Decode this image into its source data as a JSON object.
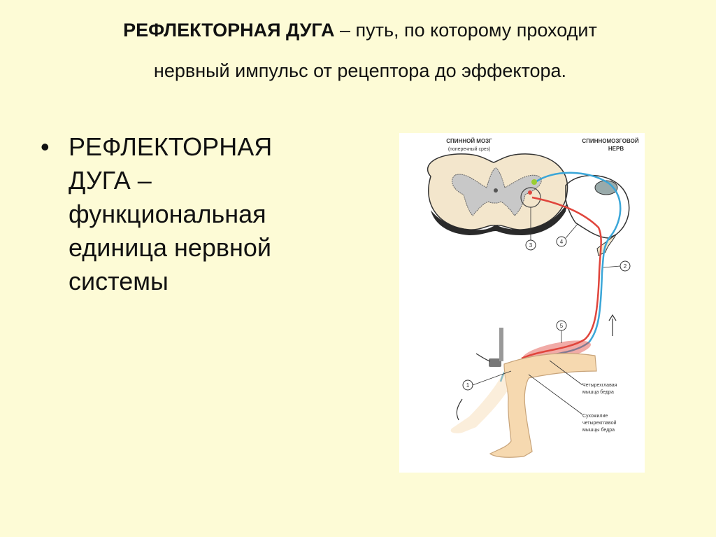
{
  "slide": {
    "title_bold": "РЕФЛЕКТОРНАЯ ДУГА",
    "title_rest_line1": " – путь, по которому проходит",
    "title_line2": "нервный импульс от рецептора до эффектора.",
    "bullet_marker": "•",
    "bullet_text": "РЕФЛЕКТОРНАЯ ДУГА – функциональная единица нервной системы"
  },
  "figure": {
    "label_spinal_cord": "СПИННОЙ МОЗГ",
    "label_cross_section": "(поперечный срез)",
    "label_spinal_nerve_1": "СПИННОМОЗГОВОЙ",
    "label_spinal_nerve_2": "НЕРВ",
    "label_quad_1": "Четырехглавая",
    "label_quad_2": "мышца бедра",
    "label_tendon_1": "Сухожилие",
    "label_tendon_2": "четырехглавой",
    "label_tendon_3": "мышцы бедра",
    "num_1": "1",
    "num_2": "2",
    "num_3": "3",
    "num_4": "4",
    "num_5": "5",
    "colors": {
      "sensory": "#3aa6d8",
      "motor": "#e0453c",
      "gray_matter": "#c8c8c8",
      "white_matter": "#f3e6cc",
      "leg": "#f6d9b0"
    }
  }
}
